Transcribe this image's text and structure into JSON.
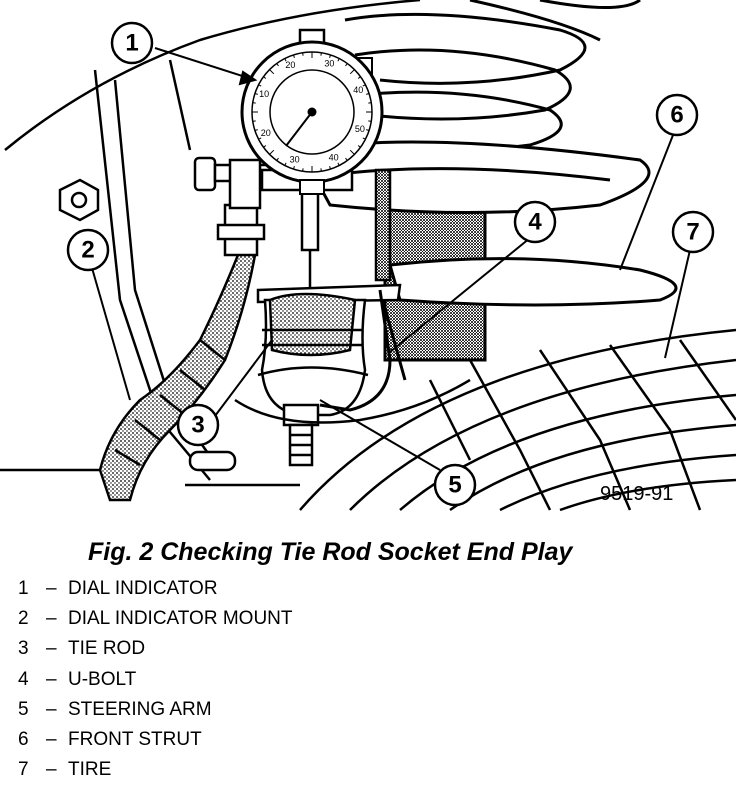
{
  "figure_number": "9519-91",
  "caption": "Fig. 2 Checking Tie Rod Socket End Play",
  "dial_scale": [
    "10",
    "20",
    "30",
    "40",
    "50",
    "40",
    "30",
    "20"
  ],
  "callouts": [
    "1",
    "2",
    "3",
    "4",
    "5",
    "6",
    "7"
  ],
  "legend": [
    {
      "num": "1",
      "sep": "–",
      "label": "DIAL INDICATOR"
    },
    {
      "num": "2",
      "sep": "–",
      "label": "DIAL INDICATOR MOUNT"
    },
    {
      "num": "3",
      "sep": "–",
      "label": "TIE ROD"
    },
    {
      "num": "4",
      "sep": "–",
      "label": "U-BOLT"
    },
    {
      "num": "5",
      "sep": "–",
      "label": "STEERING ARM"
    },
    {
      "num": "6",
      "sep": "–",
      "label": "FRONT STRUT"
    },
    {
      "num": "7",
      "sep": "–",
      "label": "TIRE"
    }
  ]
}
